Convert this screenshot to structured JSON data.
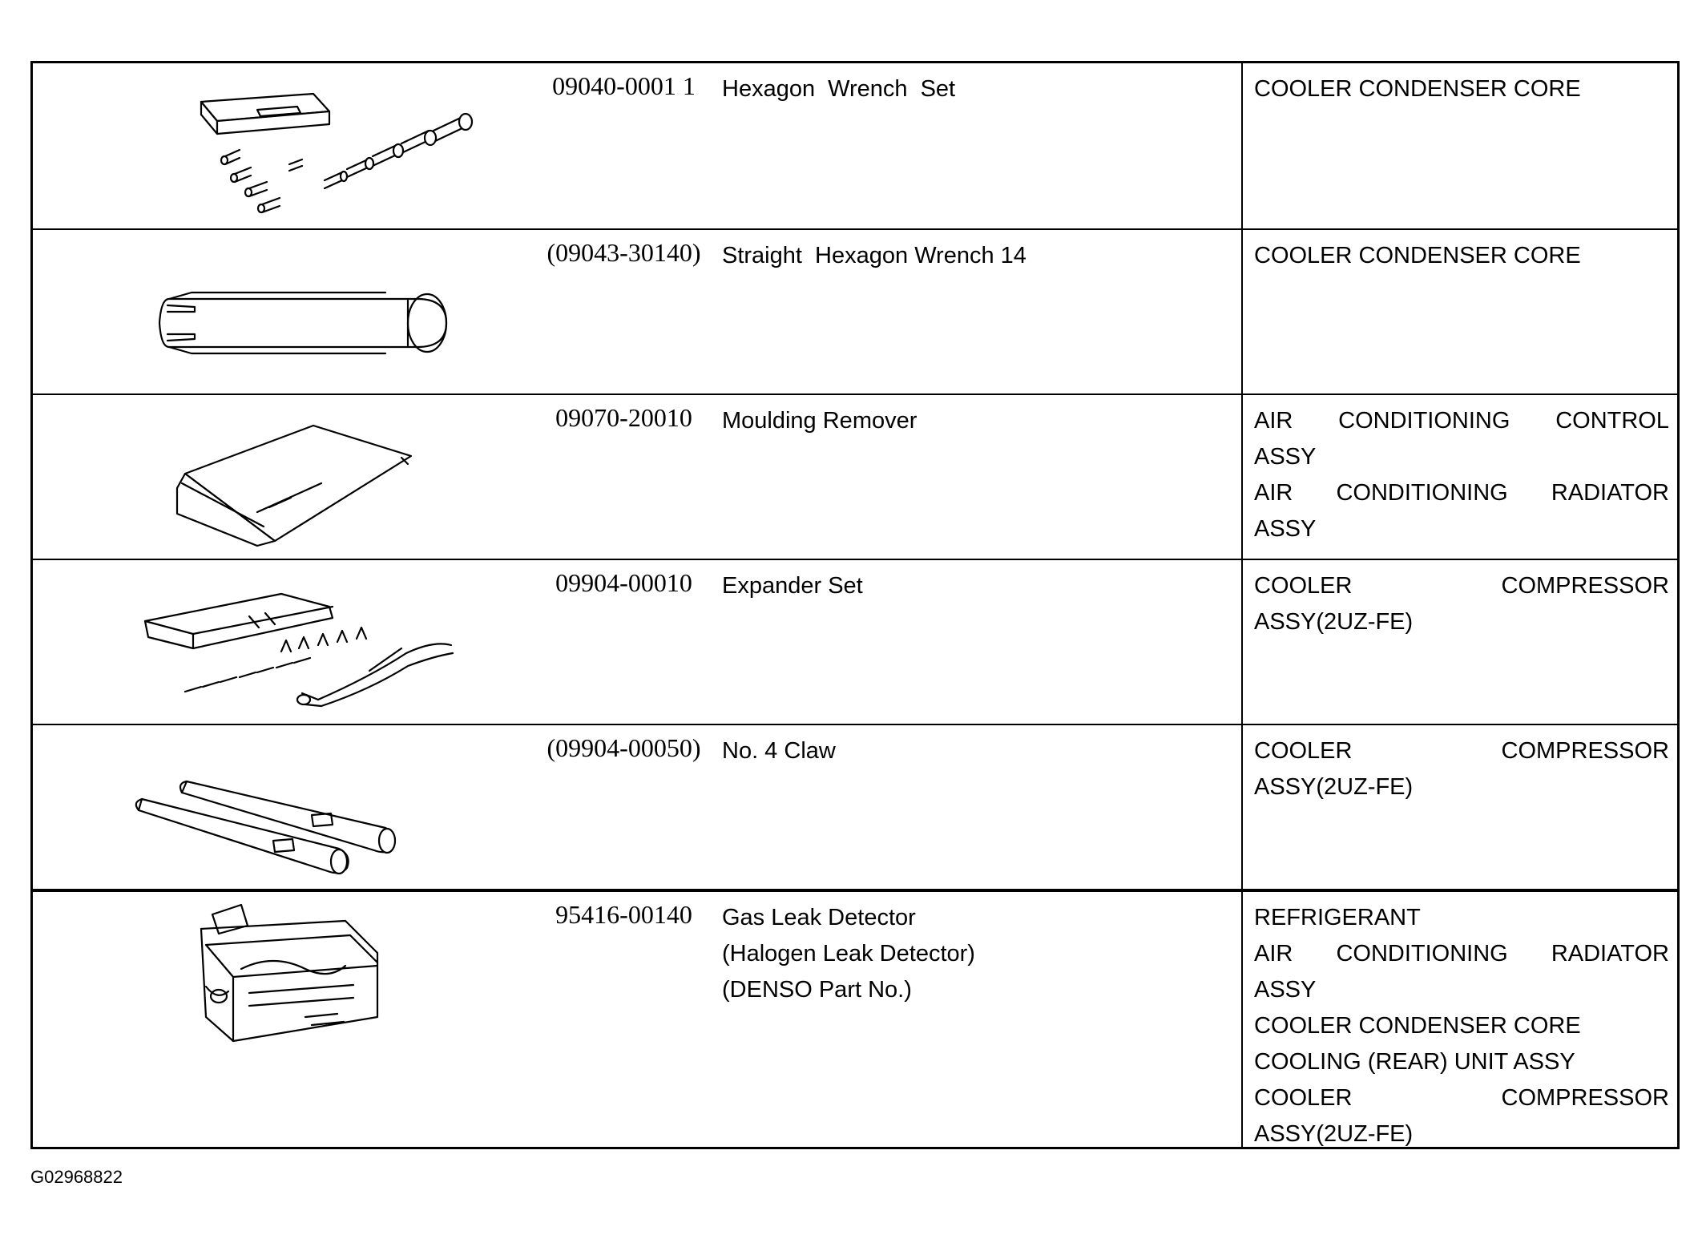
{
  "rows": [
    {
      "part_no": "09040-0001 1",
      "name_lines": [
        "Hexagon Wrench Set"
      ],
      "note_lines": [
        [
          "COOLER CONDENSER CORE"
        ]
      ],
      "icon": "hexagon-wrench-set-icon"
    },
    {
      "part_no": "(09043-30140)",
      "name_lines": [
        "Straight  Hexagon Wrench 14"
      ],
      "note_lines": [
        [
          "COOLER CONDENSER CORE"
        ]
      ],
      "icon": "straight-hexagon-wrench-icon"
    },
    {
      "part_no": "09070-20010",
      "name_lines": [
        "Moulding Remover"
      ],
      "note_lines": [
        [
          "AIR",
          "CONDITIONING",
          "CONTROL"
        ],
        [
          "ASSY"
        ],
        [
          "AIR",
          "CONDITIONING",
          "RADIATOR"
        ],
        [
          "ASSY"
        ]
      ],
      "icon": "moulding-remover-icon"
    },
    {
      "part_no": "09904-00010",
      "name_lines": [
        "Expander Set"
      ],
      "note_lines": [
        [
          "COOLER",
          "COMPRESSOR"
        ],
        [
          "ASSY(2UZ-FE)"
        ]
      ],
      "icon": "expander-set-icon"
    },
    {
      "part_no": "(09904-00050)",
      "name_lines": [
        "No. 4 Claw"
      ],
      "note_lines": [
        [
          "COOLER",
          "COMPRESSOR"
        ],
        [
          "ASSY(2UZ-FE)"
        ]
      ],
      "icon": "claw-icon"
    },
    {
      "part_no": "95416-00140",
      "name_lines": [
        "Gas Leak Detector",
        "(Halogen Leak Detector)",
        "(DENSO Part No.)"
      ],
      "note_lines": [
        [
          "REFRIGERANT"
        ],
        [
          "AIR",
          "CONDITIONING",
          "RADIATOR"
        ],
        [
          "ASSY"
        ],
        [
          "COOLER CONDENSER CORE"
        ],
        [
          "COOLING (REAR) UNIT ASSY"
        ],
        [
          "COOLER",
          "COMPRESSOR"
        ],
        [
          "ASSY(2UZ-FE)"
        ]
      ],
      "icon": "gas-leak-detector-icon"
    }
  ],
  "figure_code": "G02968822"
}
